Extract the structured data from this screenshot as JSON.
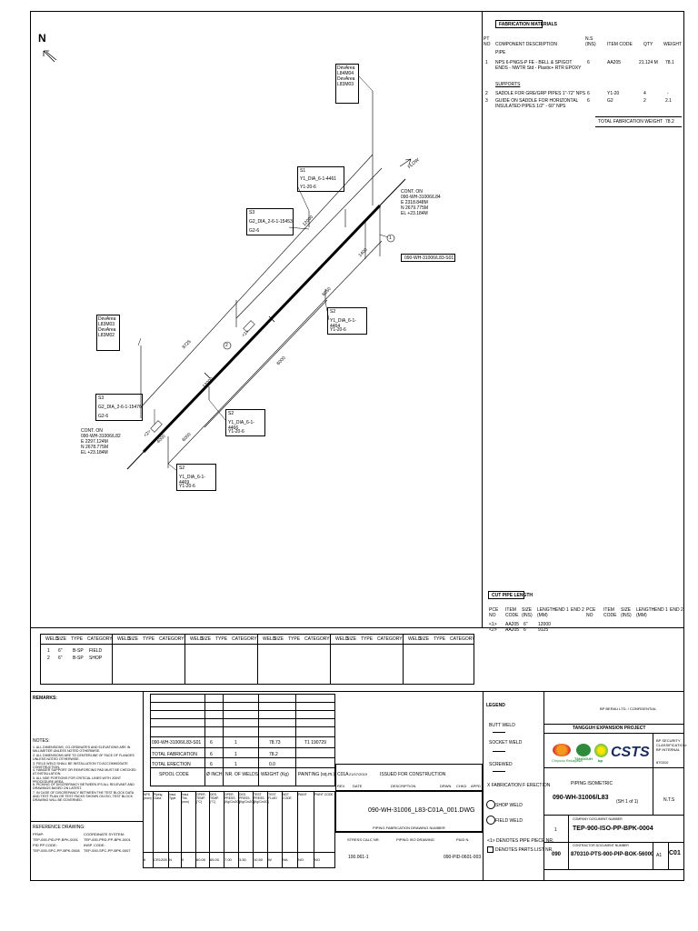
{
  "north": "N",
  "fab_materials": {
    "title": "FABRICATION MATERIALS",
    "col_pt": "PT NO",
    "col_desc": "COMPONENT DESCRIPTION",
    "col_ns": "N.S (INS)",
    "col_item": "ITEM CODE",
    "col_qty": "QTY",
    "col_weight": "WEIGHT",
    "pipe_label": "PIPE",
    "pipe_row": {
      "pt": "1",
      "desc": "NPS 6-PNGS-P FE - BELL & SPIGOT ENDS - NWTR Std - Plastic+ RTR EPOXY",
      "ns": "6",
      "item": "AA205",
      "qty": "21.124 M",
      "weight": "78.1"
    },
    "supports_label": "SUPPORTS",
    "support_rows": [
      {
        "pt": "2",
        "desc": "SADDLE FOR GRE/GRP PIPES 1\"-72\" NPS",
        "ns": "6",
        "item": "Y1-20",
        "qty": "4",
        "weight": "-"
      },
      {
        "pt": "3",
        "desc": "GUIDE ON SADDLE FOR HORIZONTAL INSULATED PIPES 1/2\" - 60\" NPS",
        "ns": "6",
        "item": "G2",
        "qty": "2",
        "weight": "2.1"
      }
    ],
    "total_label": "TOTAL FABRICATION WEIGHT",
    "total_value": "78.2"
  },
  "iso": {
    "cont_top": [
      "CONT. ON",
      "090-WH-31006/L84",
      "E 2318.848M",
      "N 2679.775M",
      "EL +23.184M"
    ],
    "cont_bottom": [
      "CONT. ON",
      "090-WH-31006/L82",
      "E 2297.124M",
      "N 2678.775M",
      "EL +23.184M"
    ],
    "flow": "FLOW",
    "line_tag": "090-WH-31006/L83-S01",
    "dev_top": [
      "DevArea",
      "L84M04",
      "DevArea",
      "L83M03"
    ],
    "dev_left": [
      "DevArea",
      "L83M03",
      "DevArea",
      "L83M02"
    ],
    "s1": {
      "tag": "S1",
      "code": "Y1_DIA_6-1-4461",
      "ref": "Y1-20-6"
    },
    "s3a": {
      "tag": "S3",
      "code": "G2_DIA_2-6-1-15453",
      "ref": "G2-6"
    },
    "s2a": {
      "tag": "S2",
      "code": "Y1_DIA_6-1-4464",
      "ref": "Y1-20-6"
    },
    "s3b": {
      "tag": "S3",
      "code": "G2_DIA_2-6-1-15476",
      "ref": "G2-6"
    },
    "s2b": {
      "tag": "S2",
      "code": "Y1_DIA_6-1-4466",
      "ref": "Y1-20-6"
    },
    "s2c": {
      "tag": "S2",
      "code": "Y1_DIA_6-1-4469",
      "ref": "Y1-20-6"
    },
    "dims": [
      "12000",
      "1400",
      "6050",
      "6000",
      "6000",
      "9725",
      "12000",
      "4000"
    ],
    "spool_marks": [
      "<1>",
      "<2>"
    ],
    "bubbles": [
      "1",
      "2"
    ]
  },
  "cut_pipe": {
    "title": "CUT PIPE LENGTH",
    "headers": [
      "PCE NO",
      "ITEM CODE",
      "SIZE (INS)",
      "LENGTH (MM)",
      "END 1",
      "END 2",
      "PCE NO",
      "ITEM CODE",
      "SIZE (INS)",
      "LENGTH (MM)",
      "END 1",
      "END 2"
    ],
    "rows": [
      [
        "<1>",
        "AA205",
        "6\"",
        "12000"
      ],
      [
        "<2>",
        "AA205",
        "6\"",
        "9125"
      ]
    ]
  },
  "weld_table": {
    "headers": [
      "WELD",
      "SIZE",
      "TYPE",
      "CATEGORY"
    ],
    "rows": [
      [
        "1",
        "6\"",
        "B-SP",
        "FIELD"
      ],
      [
        "2",
        "6\"",
        "B-SP",
        "SHOP"
      ]
    ]
  },
  "remarks": {
    "title": "REMARKS:",
    "notes_label": "NOTES:",
    "notes": [
      "1. ALL DIMENSIONS, CO-ORDINATES AND ELEVATIONS ARE IN MILLIMETER UNLESS NOTED OTHERWISE.",
      "2. ALL DIMENSIONS ARE TO CENTERLINE OF FACE OF FLANGES UNLESS NOTED OTHERWISE.",
      "3. FIELD WELD SHALL BE INSTALLATION TO ACCOMMODATE CONSTRUCTION.",
      "4. HANGER SUPPORT OR REINFORCING PAD MUST BE CHECKED AT INSTALLATION.",
      "5. ALL NDE PORTIONS FOR CRITICAL LINES WITH JOINT PROCEDURE AREA.",
      "6. PICKING OF DISCREPANCY BETWEEN IFS ALL RELEVANT AND DRAWINGS BASED ON LATEST.",
      "7. IN CASE OF DISCREPANCY BETWEEN THE TEST BLOCK DATA AND TEST PLAN OR TEST PACKS SHOWN ON ISO, TEST BLOCK DRAWING WILL BE GOVERNED."
    ],
    "ref_title": "REFERENCE DRAWING:",
    "refs": [
      [
        "PFMP:",
        "COORDINATE SYSTEM:"
      ],
      [
        "TEP-000-PID-PP-BPK-0001",
        "TEP-000-PRD-PP-BPK-0001"
      ],
      [
        "PID PP CODE:",
        "INSP. CODE:"
      ],
      [
        "TEP-000-SPC-PP-BPK-0008",
        "TEP-000-SPC-PP-BPK-0007"
      ]
    ]
  },
  "summary": {
    "line_row": [
      "090-WH-31006/L83-S01",
      "6",
      "1",
      "78.73",
      "",
      "T1 190729"
    ],
    "total_fab": [
      "TOTAL FABRICATION",
      "6",
      "1",
      "78.2"
    ],
    "total_erect": [
      "TOTAL ERECTION",
      "6",
      "1",
      "0.0"
    ],
    "spool_head": [
      "SPOOL CODE",
      "Ø INCH",
      "NR. OF WELDS",
      "WEIGHT (Kg)",
      "PAINTING (sq.m.)"
    ],
    "design_head": [
      "NPS (Inch)",
      "Piping Class",
      "Insul. Type",
      "Insul. Thk. (mm)",
      "OPER. TEMP. (°C)",
      "DES. TEMP. (°C)",
      "OPER. PRESS. (Kg/Cm2G)",
      "DES. PRESS. (Kg/Cm2G)",
      "TEST PRESS. (Kg/Cm2G)",
      "TEST FLUID",
      "NDT CODE",
      "PAINT",
      "PWHT CODE"
    ],
    "design_row": [
      "6",
      "CR1205",
      "N",
      "0",
      "60.00",
      "65.00",
      "7.00",
      "3.50",
      "10.50",
      "W",
      "NA",
      "NO",
      "NO"
    ],
    "dwg_name": "090-WH-31006_L83-C01A_001.DWG",
    "piping_fab_label": "PIPING FABRICATION DRAWING NUMBER",
    "stress_label": "STRESS CALC NR.",
    "pid_label": "PIPING ISO DRAWING",
    "pid_nr_label": "P&ID N.",
    "stress_value": "100.061-1",
    "pid_value": "090-PID-0601-003"
  },
  "revision": {
    "rev": "C01A",
    "date": "21/07/2019",
    "desc": "ISSUED FOR CONSTRUCTION",
    "headers": [
      "REV.",
      "DATE",
      "DESCRIPTION",
      "DRWN",
      "CHKD",
      "APPD"
    ]
  },
  "legend": {
    "title": "LEGEND",
    "items": [
      "BUTT WELD",
      "SOCKET WELD",
      "SCREWED",
      "X FABRICATION  F ERECTION",
      "SHOP WELD",
      "FIELD WELD"
    ],
    "pipe_piece": "<1> DENOTES PIPE PIECE NR.",
    "parts_list": "DENOTES PARTS LIST NR."
  },
  "title_block": {
    "project": "TANGGUH EXPANSION PROJECT",
    "client_note": "BP BERAU LTD. / CONFIDENTIAL",
    "clearance": "BP SECURITY CLASSIFICATION: BP INTERNAL",
    "contract_no": "870310",
    "logo_left": "Chiyoda Rekayasa",
    "logo_mid": "TANGGUH",
    "logo_bp": "bp",
    "logo_csts": "CSTS",
    "drawing_type": "PIPING ISOMETRIC",
    "iso_number": "090-WH-31006/L83",
    "sheet_label": "(SH",
    "sheet_no": "1",
    "of_label": "of",
    "sheet_total": "1",
    "scale": "N.T.S",
    "company_doc_label": "COMPANY DOCUMENT NUMBER",
    "company_doc": "TEP-900-ISO-PP-BPK-0004",
    "contractor_doc_label": "CONTRACTOR DOCUMENT NUMBER",
    "contractor_doc": "870310-PTS-900-PIP-BOK-56000",
    "unit": "090",
    "size": "A1",
    "rev": "C01",
    "doc_seq": "1"
  }
}
